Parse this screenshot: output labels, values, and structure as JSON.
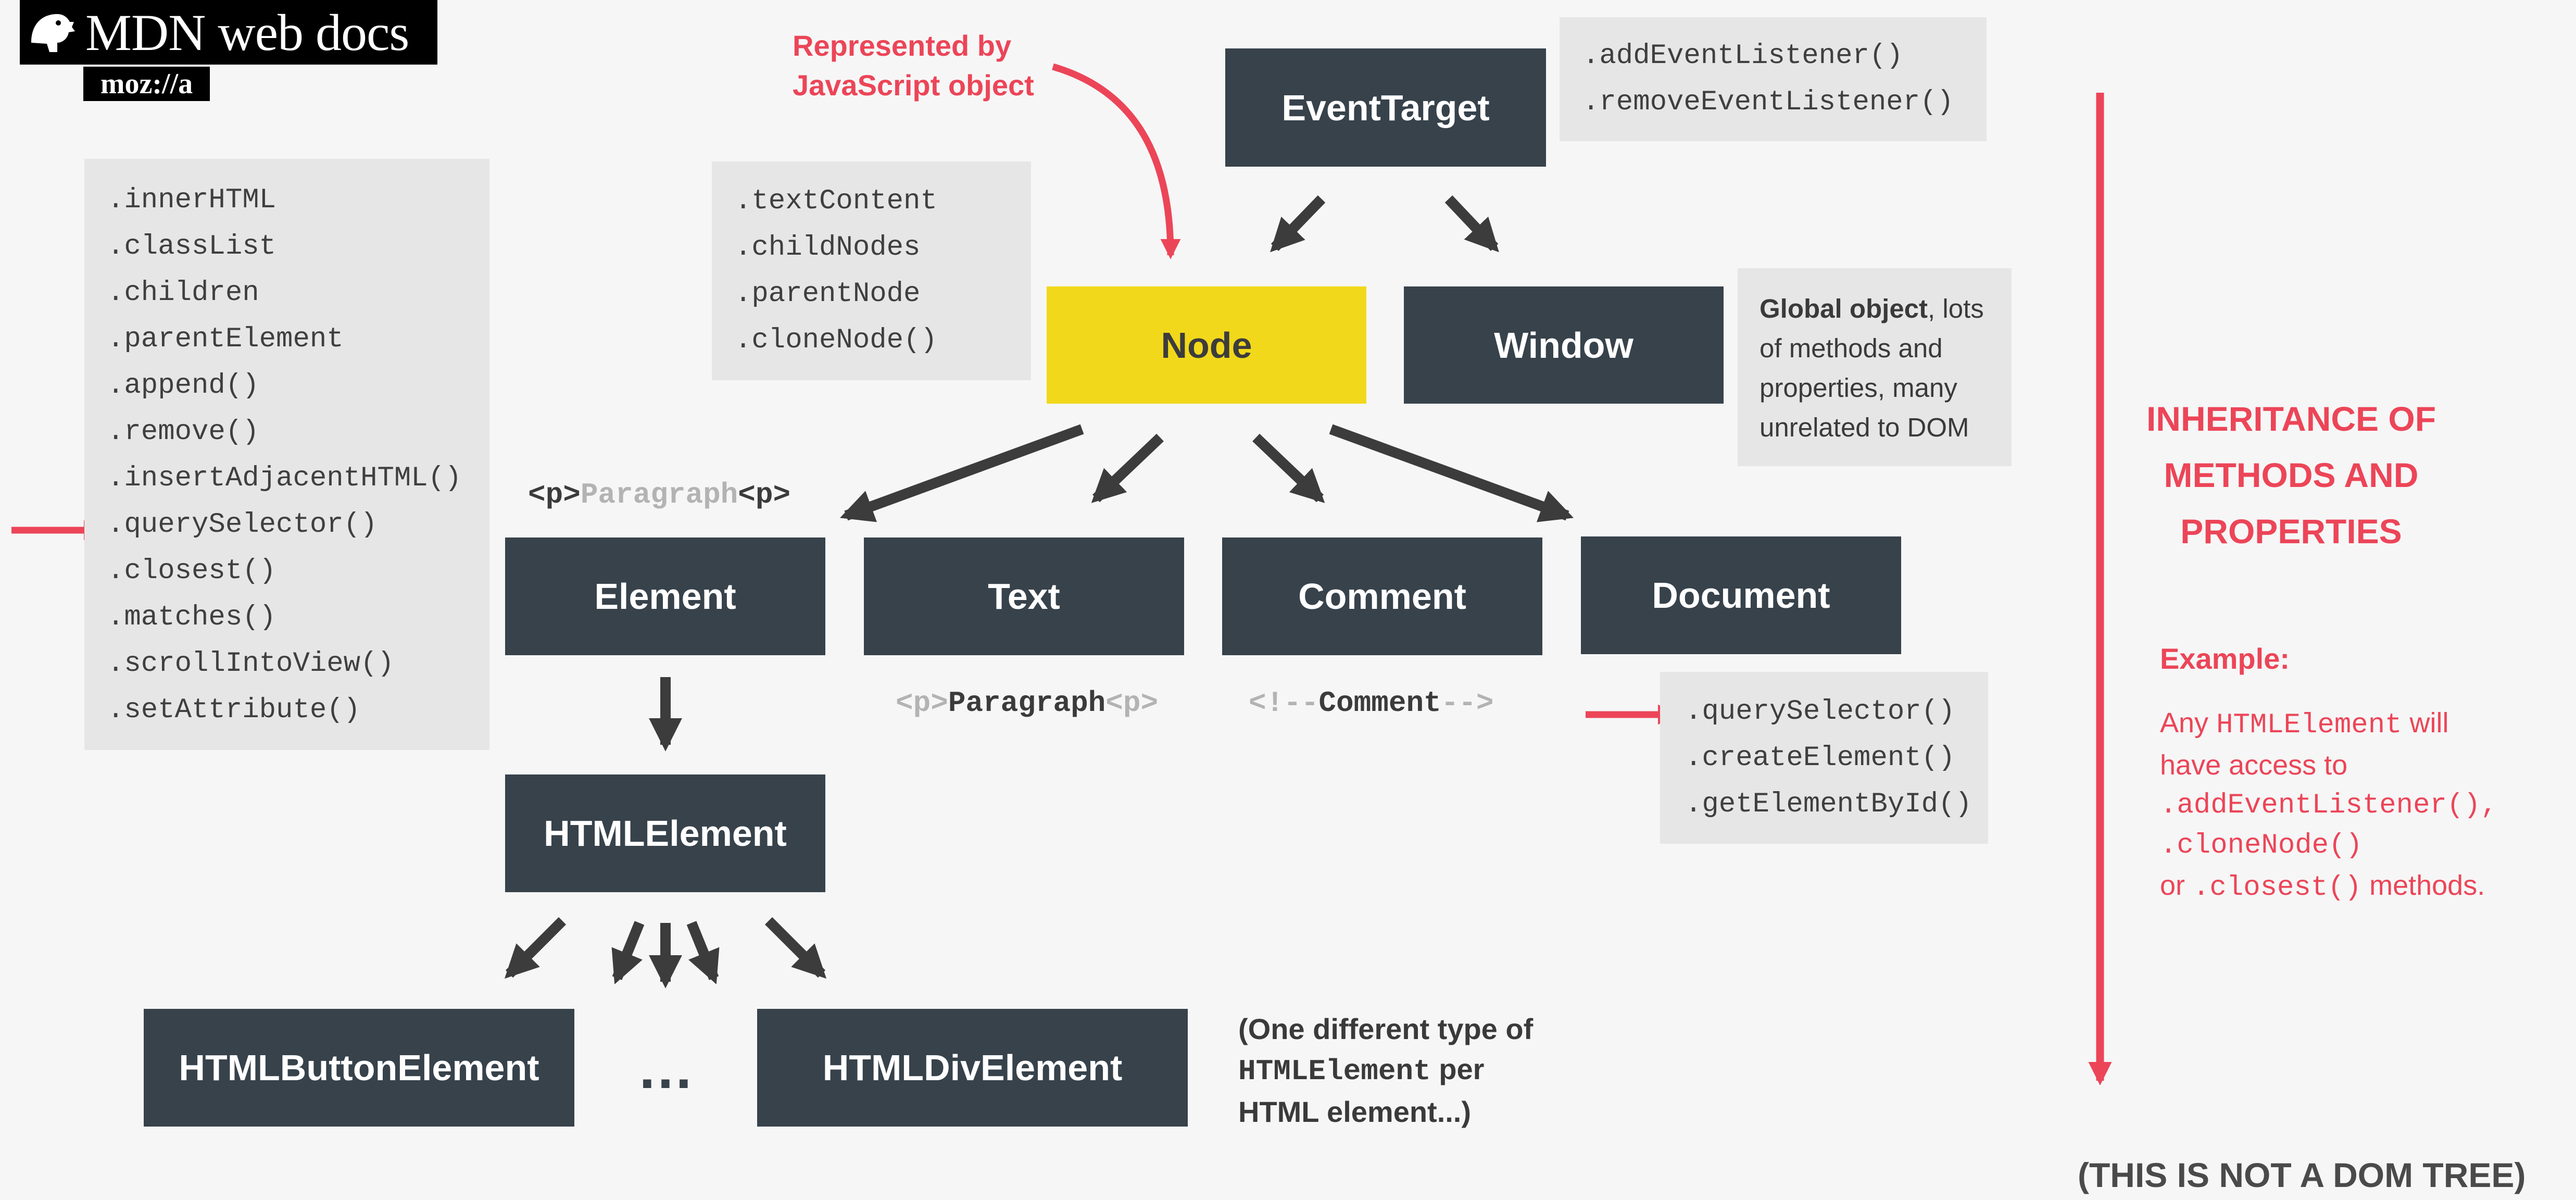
{
  "logo": {
    "brand": "MDN web docs",
    "org": "moz://a",
    "icon": "dinosaur-head-icon"
  },
  "note_red": {
    "line1": "Represented by",
    "line2": "JavaScript object"
  },
  "classes": {
    "event_target": "EventTarget",
    "node": "Node",
    "window": "Window",
    "element": "Element",
    "text": "Text",
    "comment": "Comment",
    "document": "Document",
    "html_element": "HTMLElement",
    "html_button_element": "HTMLButtonElement",
    "ellipsis": "…",
    "html_div_element": "HTMLDivElement"
  },
  "event_target_methods": [
    ".addEventListener()",
    ".removeEventListener()"
  ],
  "node_methods": [
    ".textContent",
    ".childNodes",
    ".parentNode",
    ".cloneNode()"
  ],
  "element_methods": [
    ".innerHTML",
    ".classList",
    ".children",
    ".parentElement",
    ".append()",
    ".remove()",
    ".insertAdjacentHTML()",
    ".querySelector()",
    ".closest()",
    ".matches()",
    ".scrollIntoView()",
    ".setAttribute()"
  ],
  "document_methods": [
    ".querySelector()",
    ".createElement()",
    ".getElementById()"
  ],
  "window_note": {
    "bold": "Global object",
    "rest1": ", lots",
    "line2": "of methods and",
    "line3": "properties, many",
    "line4": "unrelated to DOM"
  },
  "element_snippet": {
    "open": "<p>",
    "word": "Paragraph",
    "close": "<p>"
  },
  "text_snippet": {
    "open": "<p>",
    "word": "Paragraph",
    "close": "<p>"
  },
  "comment_snippet": {
    "open": "<!--",
    "word": "Comment",
    "close": "-->"
  },
  "html_element_note": {
    "line1": "(One different type of",
    "code": "HTMLElement",
    "line2_rest": " per",
    "line3": "HTML element...)"
  },
  "sidebar": {
    "title_line1": "INHERITANCE OF",
    "title_line2": "METHODS AND",
    "title_line3": "PROPERTIES",
    "example_label": "Example:",
    "example_any": "Any ",
    "example_code1": "HTMLElement",
    "example_will": " will",
    "example_line2": "have access to",
    "example_code2": ".addEventListener(),",
    "example_code3": ".cloneNode()",
    "example_or": "or ",
    "example_code4": ".closest()",
    "example_methods": " methods."
  },
  "footer_note": "(THIS IS NOT A DOM TREE)",
  "colors": {
    "background": "#f6f6f6",
    "box": "#37424b",
    "node_box": "#f2d81b",
    "accent_red": "#ec4558",
    "panel": "#e6e6e6",
    "arrow": "#3c3c3c"
  }
}
